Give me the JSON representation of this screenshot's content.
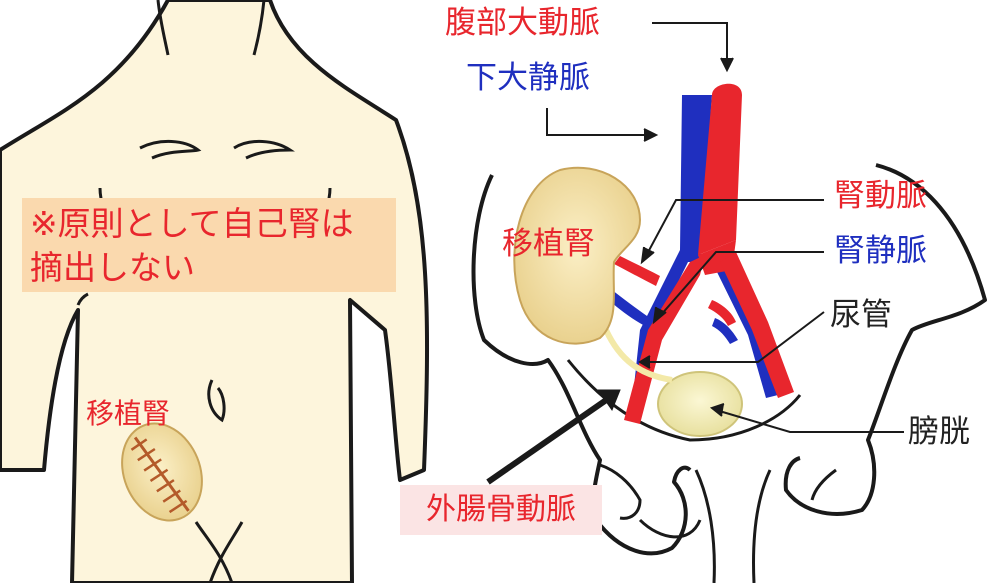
{
  "labels": {
    "aorta": "腹部大動脈",
    "ivc": "下大静脈",
    "transplant_kidney_right": "移植腎",
    "transplant_kidney_left": "移植腎",
    "renal_artery": "腎動脈",
    "renal_vein": "腎静脈",
    "ureter": "尿管",
    "bladder": "膀胱",
    "external_iliac_artery": "外腸骨動脈"
  },
  "note": {
    "line1": "※原則として自己腎は",
    "line2": "摘出しない"
  },
  "colors": {
    "artery": "#e8262d",
    "vein": "#1f2fbf",
    "skin": "#fdf5dc",
    "kidney": "#f3dfa0",
    "bladder": "#f4efb8",
    "note_bg": "#fad9ae",
    "callout_bg": "#fbe4e4"
  }
}
